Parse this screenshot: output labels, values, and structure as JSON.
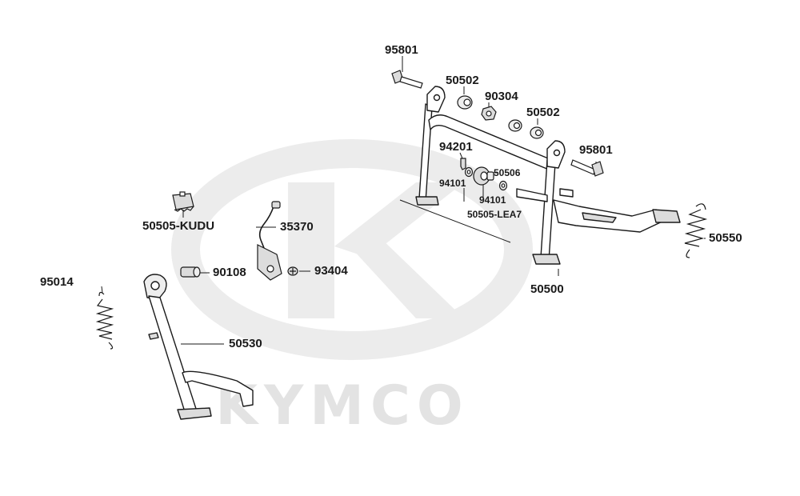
{
  "watermark": {
    "brand": "KYMCO",
    "color": "#ececec"
  },
  "colors": {
    "line": "#1a1a1a",
    "part": "#4a4a4a",
    "fill": "#dcdcdc",
    "fill_light": "#eeeeee"
  },
  "labels": {
    "p95801a": "95801",
    "p50502a": "50502",
    "p90304": "90304",
    "p50502b": "50502",
    "p94201": "94201",
    "p95801b": "95801",
    "p94101a": "94101",
    "p50506": "50506",
    "p94101b": "94101",
    "p50505lea7": "50505-LEA7",
    "p50505kudu": "50505-KUDU",
    "p35370": "35370",
    "p50550": "50550",
    "p95014": "95014",
    "p90108": "90108",
    "p93404": "93404",
    "p50500": "50500",
    "p50530": "50530"
  }
}
